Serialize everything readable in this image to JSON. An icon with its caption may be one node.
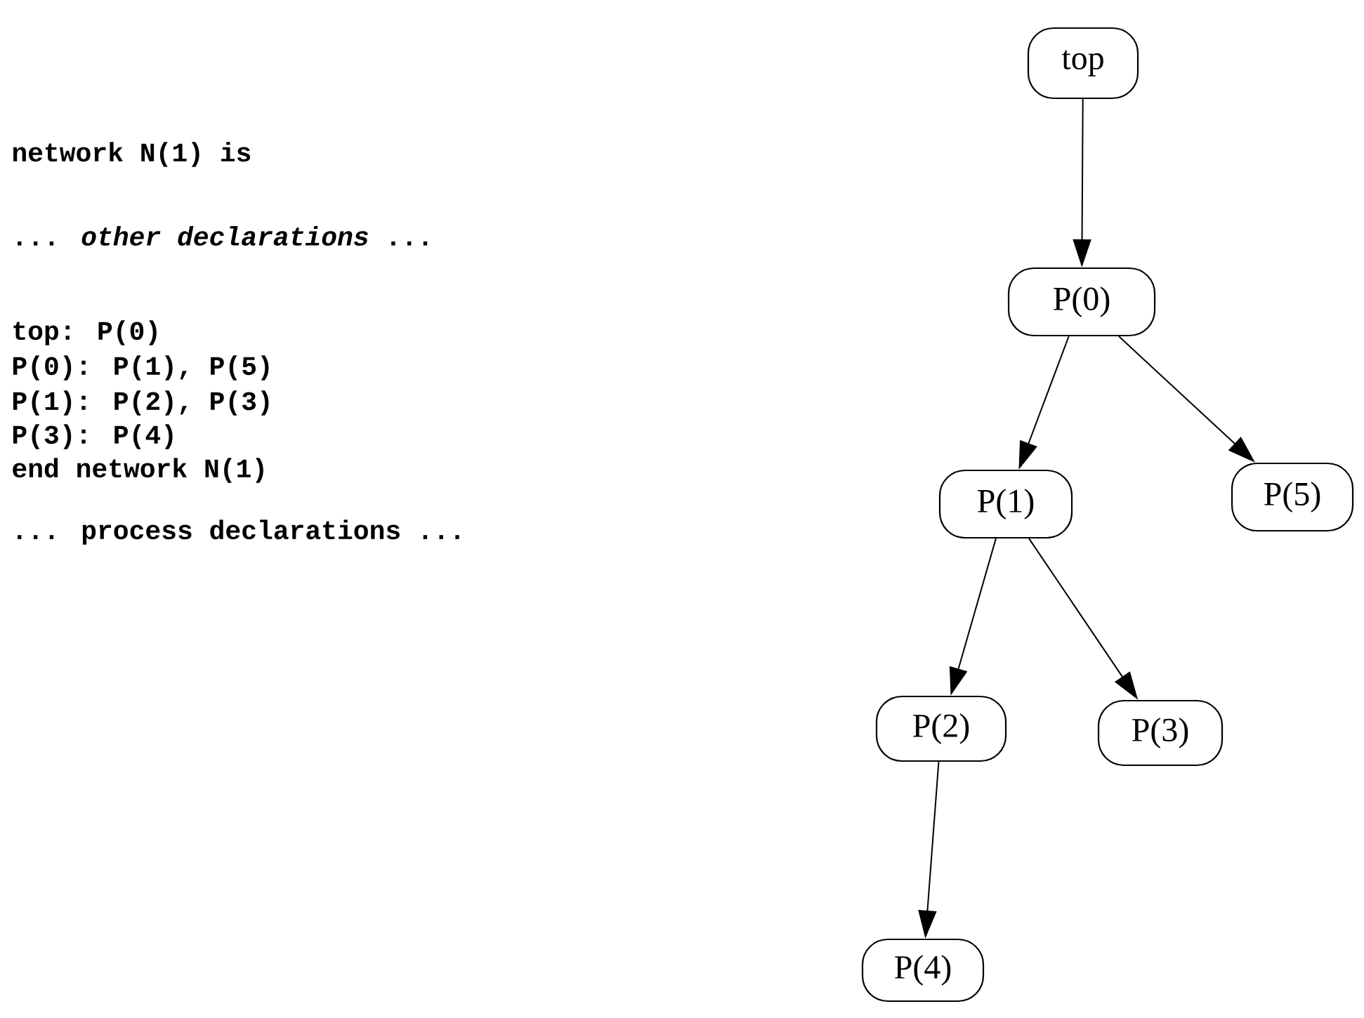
{
  "diagram": {
    "nodes": [
      {
        "text": [
          "top"
        ]
      },
      {
        "text": [
          "P(0)"
        ]
      },
      {
        "text": [
          "P(1)"
        ]
      },
      {
        "text": [
          "P(5)"
        ]
      },
      {
        "text": [
          "P(2)"
        ]
      },
      {
        "text": [
          "P(3)"
        ]
      },
      {
        "text": [
          "P(4)"
        ]
      }
    ],
    "edges": [
      {
        "from": 0,
        "to": 1,
        "arrow": "to"
      },
      {
        "from": 1,
        "to": 2,
        "arrow": "to"
      },
      {
        "from": 1,
        "to": 3,
        "arrow": "to"
      },
      {
        "from": 2,
        "to": 4,
        "arrow": "to"
      },
      {
        "from": 2,
        "to": 5,
        "arrow": "to"
      },
      {
        "from": 4,
        "to": 6,
        "arrow": "to"
      }
    ],
    "labels": [
      "network N(1) is",
      "... *other declarations* ...",
      "top: P(0)",
      "P(0): P(1), P(5)",
      "P(1): P(2), P(3)",
      "P(3): P(4)",
      "end network N(1)",
      "... process declarations ..."
    ]
  }
}
